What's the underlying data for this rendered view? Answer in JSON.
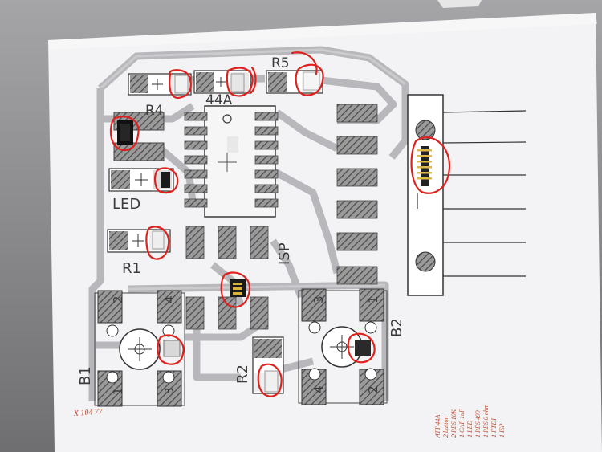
{
  "colors": {
    "background": "#8a8a8c",
    "paper": "#f4f4f6",
    "trace": "#b9b9bd",
    "pad": "#555555",
    "ink_red": "#e0201c",
    "handwriting": "#c0482a"
  },
  "board_labels": {
    "r5": "R5",
    "r4": "R4",
    "chip": "44A",
    "led": "LED",
    "r1": "R1",
    "isp": "ISP",
    "r2": "R2",
    "b1": "B1",
    "b2": "B2",
    "b1_pin_tl": "2",
    "b1_pin_tr": "4",
    "b1_pin_bl": "1",
    "b1_pin_br": "3",
    "b2_pin_tl": "3",
    "b2_pin_tr": "1",
    "b2_pin_bl": "4",
    "b2_pin_br": "2"
  },
  "handwriting": {
    "corner_note": "X 104 77",
    "side_notes": [
      "ATT 44A",
      "2 button",
      "2 RES 10K",
      "1 CAP 1uF",
      "1 LED",
      "1 RES 499",
      "1 RES 0 ohm",
      "1 FTDI",
      "1 ISP"
    ]
  }
}
